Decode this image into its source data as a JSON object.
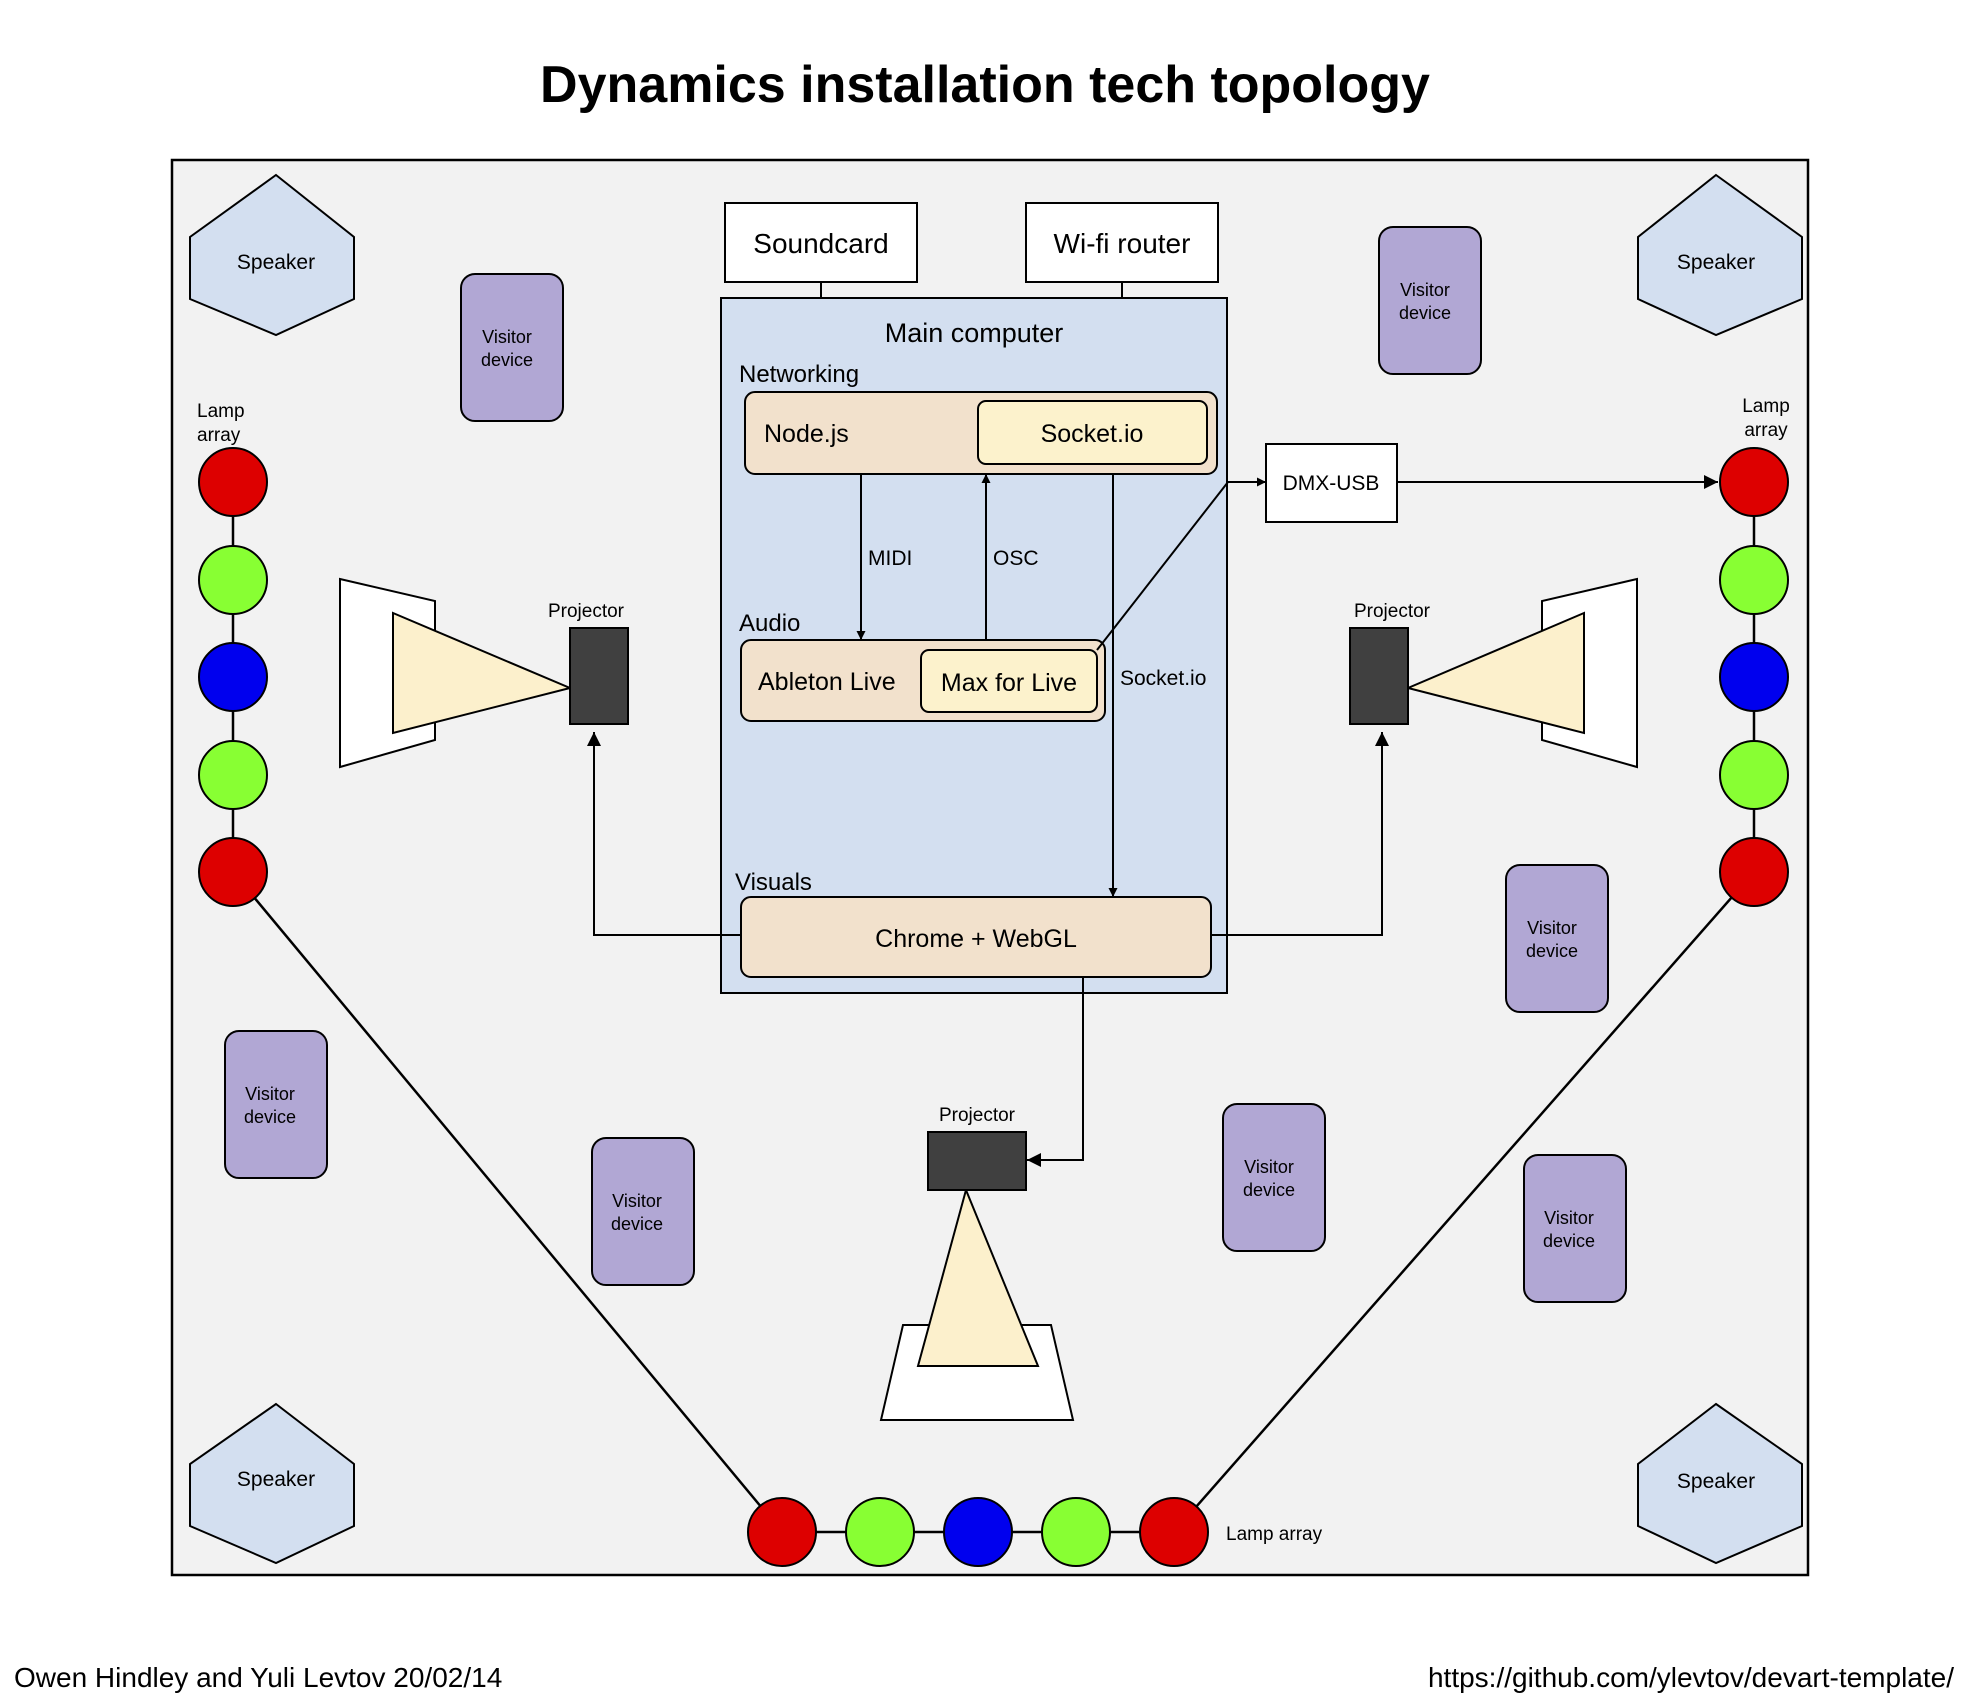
{
  "title": "Dynamics installation tech topology",
  "footer": {
    "credit": "Owen Hindley and Yuli Levtov 20/02/14",
    "url": "https://github.com/ylevtov/devart-template/"
  },
  "colors": {
    "room": "#f2f2f2",
    "main_computer": "#d3dff0",
    "module": "#f2e1cc",
    "sub_module": "#fcf2cc",
    "visitor_device": "#b1a7d4",
    "speaker": "#d3dff0",
    "projector": "#404040",
    "beam": "#fcf0cc",
    "lamp_red": "#dd0000",
    "lamp_green": "#88ff33",
    "lamp_blue": "#0000ee"
  },
  "top_boxes": {
    "soundcard": "Soundcard",
    "wifi": "Wi-fi router"
  },
  "main_computer": {
    "title": "Main computer",
    "networking": {
      "section": "Networking",
      "nodejs": "Node.js",
      "socketio": "Socket.io"
    },
    "audio": {
      "section": "Audio",
      "ableton": "Ableton Live",
      "max": "Max for Live"
    },
    "visuals": {
      "section": "Visuals",
      "chrome": "Chrome + WebGL"
    }
  },
  "dmx": "DMX-USB",
  "edge_labels": {
    "midi": "MIDI",
    "osc": "OSC",
    "socketio": "Socket.io"
  },
  "speaker": "Speaker",
  "visitor": {
    "line1": "Visitor",
    "line2": "device"
  },
  "projector": "Projector",
  "lamp_array": {
    "line1": "Lamp",
    "line2": "array",
    "full": "Lamp array"
  },
  "lamp_sequence": [
    "red",
    "green",
    "blue",
    "green",
    "red"
  ]
}
